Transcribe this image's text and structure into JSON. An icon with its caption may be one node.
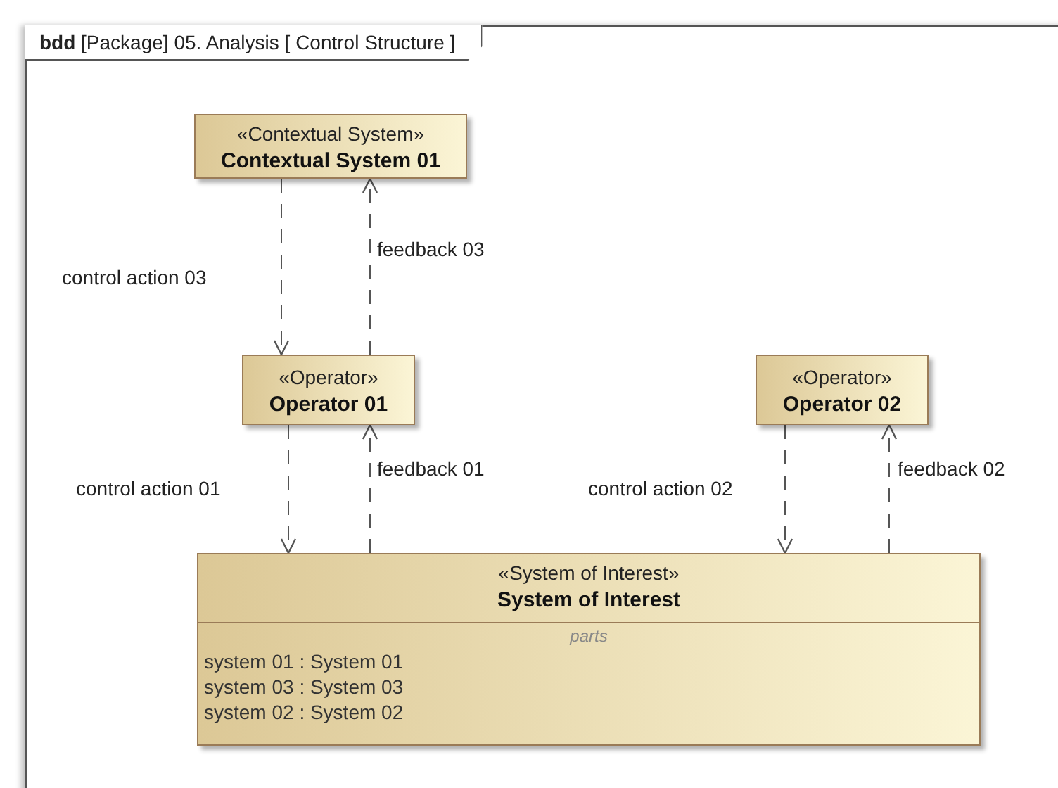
{
  "diagram": {
    "title": "**bdd** [Package] 05. Analysis [ Control Structure ]",
    "nodes": [
      {
        "text": [
          "«Contextual System»",
          "Contextual System 01"
        ]
      },
      {
        "text": [
          "«Operator»",
          "Operator 01"
        ]
      },
      {
        "text": [
          "«Operator»",
          "Operator 02"
        ]
      },
      {
        "text": [
          "«System of Interest»",
          "System of Interest",
          "parts",
          "system 01 : System 01",
          "system 03 : System 03",
          "system 02 : System 02"
        ]
      }
    ],
    "edges": [
      {
        "from": 0,
        "to": 1,
        "arrow": "to",
        "label": "control action 03",
        "style": "dashed"
      },
      {
        "from": 1,
        "to": 0,
        "arrow": "to",
        "label": "feedback 03",
        "style": "dashed"
      },
      {
        "from": 1,
        "to": 3,
        "arrow": "to",
        "label": "control action 01",
        "style": "dashed"
      },
      {
        "from": 3,
        "to": 1,
        "arrow": "to",
        "label": "feedback 01",
        "style": "dashed"
      },
      {
        "from": 2,
        "to": 3,
        "arrow": "to",
        "label": "control action 02",
        "style": "dashed"
      },
      {
        "from": 3,
        "to": 2,
        "arrow": "to",
        "label": "feedback 02",
        "style": "dashed"
      }
    ]
  }
}
